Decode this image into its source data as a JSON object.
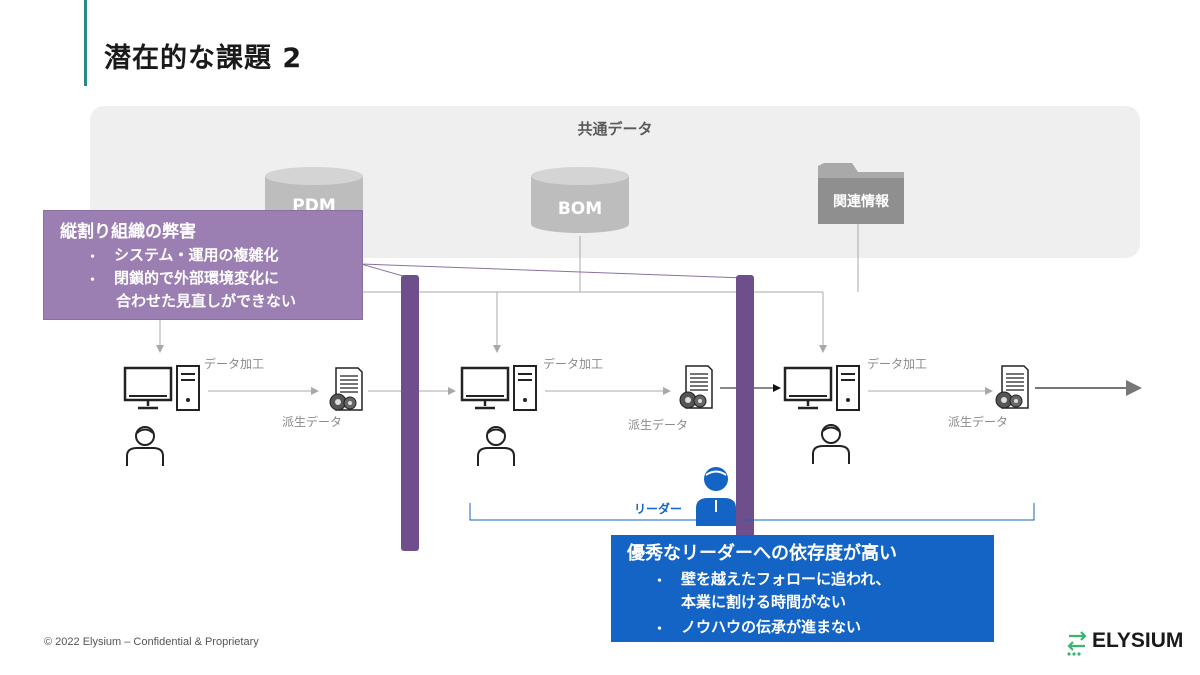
{
  "page": {
    "title": "潜在的な課題 2"
  },
  "shared": {
    "title": "共通データ",
    "pdm_label": "PDM",
    "bom_label": "BOM",
    "folder_label": "関連情報"
  },
  "workflow": {
    "process_label": "データ加工",
    "derived_label": "派生データ",
    "leader_label": "リーダー"
  },
  "silo_issue": {
    "heading": "縦割り組織の弊害",
    "bullet": "・",
    "items": [
      "システム・運用の複雑化",
      "閉鎖的で外部環境変化に",
      "合わせた見直しができない"
    ]
  },
  "leader_issue": {
    "heading": "優秀なリーダーへの依存度が高い",
    "bullet": "・",
    "items": [
      "壁を越えたフォローに追われ、",
      "本業に割ける時間がない",
      "ノウハウの伝承が進まない"
    ]
  },
  "footer": {
    "copyright": "© 2022 Elysium – Confidential & Proprietary",
    "logo": "ELYSIUM"
  },
  "colors": {
    "accent_line": "#2a8a8a",
    "panel": "#efefef",
    "db_gray": "#bdbdbd",
    "wall_purple": "#6e4f8c",
    "silo_box": "#9b7fb2",
    "leader_blue": "#1364c4",
    "logo_green": "#3bb56e"
  },
  "icons": [
    "monitor-icon",
    "pc-tower-icon",
    "person-icon",
    "document-gear-icon",
    "database-icon",
    "folder-icon",
    "leader-person-icon",
    "elysium-logo-icon"
  ]
}
